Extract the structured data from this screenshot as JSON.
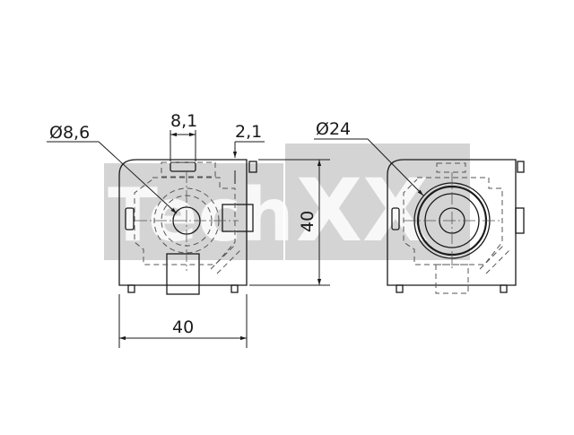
{
  "watermark": {
    "text_left": "Tech",
    "text_right": "XX",
    "band_color": "#d4d4d4"
  },
  "dimensions": {
    "hole_diameter": "Ø8,6",
    "slot_width": "8,1",
    "offset": "2,1",
    "height": "40",
    "width": "40",
    "ring_diameter": "Ø24"
  },
  "colors": {
    "line": "#1a1a1a",
    "hidden": "#555555"
  }
}
